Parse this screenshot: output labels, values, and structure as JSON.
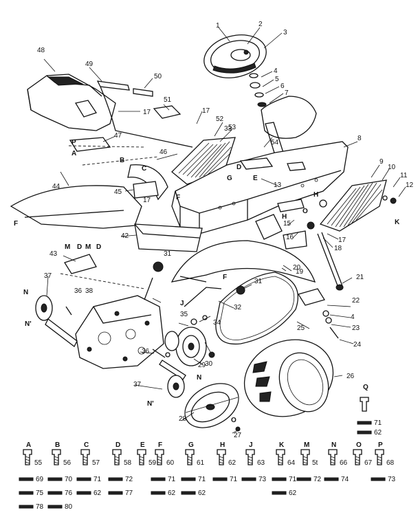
{
  "callouts": [
    "1",
    "2",
    "3",
    "4",
    "5",
    "6",
    "7",
    "8",
    "9",
    "10",
    "11",
    "12",
    "13",
    "15",
    "16",
    "17",
    "17",
    "17",
    "17",
    "18",
    "19",
    "20",
    "21",
    "22",
    "4",
    "23",
    "24",
    "25",
    "26",
    "27",
    "28",
    "29",
    "30",
    "31",
    "31",
    "32",
    "33",
    "34",
    "35",
    "36",
    "36",
    "37",
    "37",
    "38",
    "42",
    "43",
    "44",
    "45",
    "46",
    "47",
    "48",
    "49",
    "50",
    "51",
    "52",
    "53",
    "54"
  ],
  "letters": [
    "A",
    "B",
    "C",
    "D",
    "E",
    "F",
    "F",
    "F",
    "G",
    "H",
    "H",
    "J",
    "K",
    "M",
    "M",
    "N",
    "N'",
    "N",
    "N'",
    "O",
    "O",
    "P",
    "Q",
    "D",
    "D"
  ],
  "legend": [
    {
      "letter": "A",
      "part": "55",
      "rows": [
        [
          "69"
        ],
        [
          "75"
        ],
        [
          "78"
        ]
      ]
    },
    {
      "letter": "B",
      "part": "56",
      "rows": [
        [
          "70"
        ],
        [
          "76"
        ],
        [
          "80"
        ]
      ]
    },
    {
      "letter": "C",
      "part": "57",
      "rows": [
        [
          "71"
        ],
        [
          "62"
        ]
      ]
    },
    {
      "letter": "D",
      "part": "58",
      "rows": [
        [
          "72"
        ],
        [
          "77"
        ]
      ]
    },
    {
      "letter": "E",
      "part": "59",
      "rows": []
    },
    {
      "letter": "F",
      "part": "60",
      "rows": [
        [
          "71"
        ],
        [
          "62"
        ]
      ]
    },
    {
      "letter": "G",
      "part": "61",
      "rows": [
        [
          "71"
        ],
        [
          "62"
        ]
      ]
    },
    {
      "letter": "H",
      "part": "62",
      "rows": [
        [
          "71"
        ]
      ]
    },
    {
      "letter": "J",
      "part": "63",
      "rows": [
        [
          "73"
        ]
      ]
    },
    {
      "letter": "K",
      "part": "64",
      "rows": [
        [
          "71"
        ],
        [
          "62"
        ]
      ]
    },
    {
      "letter": "M",
      "part": "5t",
      "rows": [
        [
          "72"
        ]
      ]
    },
    {
      "letter": "N",
      "part": "66",
      "rows": [
        [
          "74"
        ]
      ]
    },
    {
      "letter": "O",
      "part": "67",
      "rows": []
    },
    {
      "letter": "P",
      "part": "68",
      "rows": [
        [
          "73"
        ]
      ]
    },
    {
      "letter": "Q",
      "part": "",
      "rows": [
        [
          "71"
        ],
        [
          "62"
        ]
      ]
    }
  ]
}
